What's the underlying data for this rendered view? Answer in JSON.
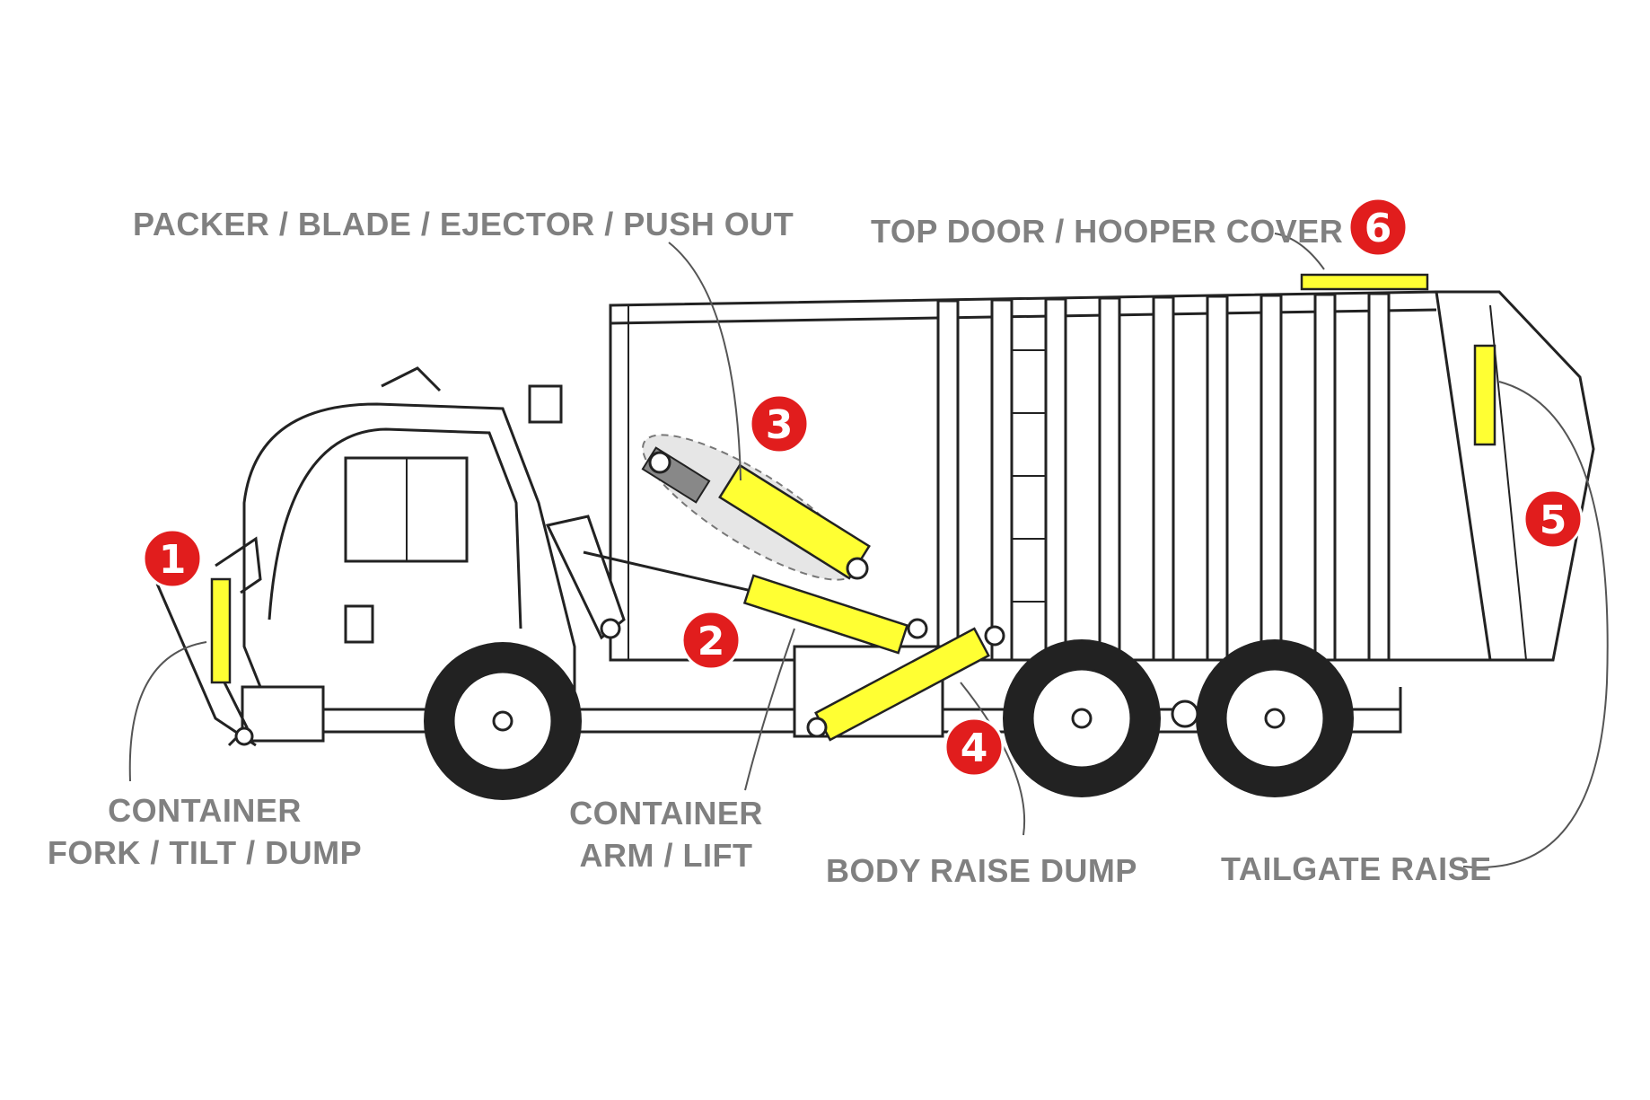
{
  "labels": {
    "packer": "PACKER / BLADE / EJECTOR / PUSH OUT",
    "top_door": "TOP DOOR / HOOPER COVER",
    "container_fork_1": "CONTAINER",
    "container_fork_2": "FORK / TILT / DUMP",
    "container_arm_1": "CONTAINER",
    "container_arm_2": "ARM / LIFT",
    "body_raise": "BODY RAISE DUMP",
    "tailgate": "TAILGATE RAISE"
  },
  "badges": {
    "b1": "1",
    "b2": "2",
    "b3": "3",
    "b4": "4",
    "b5": "5",
    "b6": "6"
  },
  "colors": {
    "cylinder": "#ffff33",
    "badge": "#e11d1d",
    "label": "#808080",
    "line": "#222222"
  }
}
